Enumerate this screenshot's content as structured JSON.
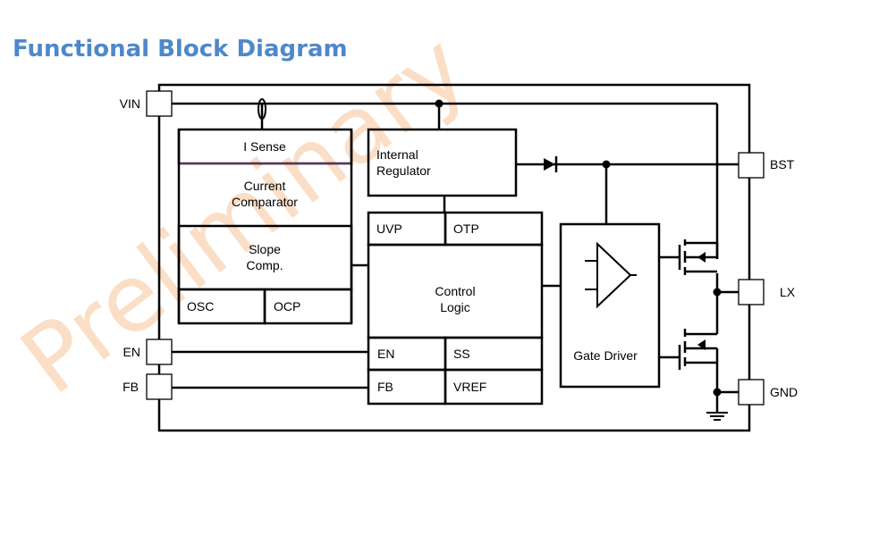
{
  "page": {
    "title": "Functional Block Diagram",
    "watermark": "Preliminary",
    "accent_color": "#4f88c9",
    "watermark_color": "#fbd9bd"
  },
  "pins": {
    "vin": "VIN",
    "en": "EN",
    "fb": "FB",
    "bst": "BST",
    "lx": "LX",
    "gnd": "GND"
  },
  "blocks": {
    "isense": "I Sense",
    "current_comparator": [
      "Current",
      "Comparator"
    ],
    "slope_comp": [
      "Slope",
      "Comp."
    ],
    "osc": "OSC",
    "ocp": "OCP",
    "internal_regulator": [
      "Internal",
      "Regulator"
    ],
    "uvp": "UVP",
    "otp": "OTP",
    "control_logic": [
      "Control",
      "Logic"
    ],
    "en": "EN",
    "ss": "SS",
    "fb": "FB",
    "vref": "VREF",
    "gate_driver": "Gate Driver"
  }
}
